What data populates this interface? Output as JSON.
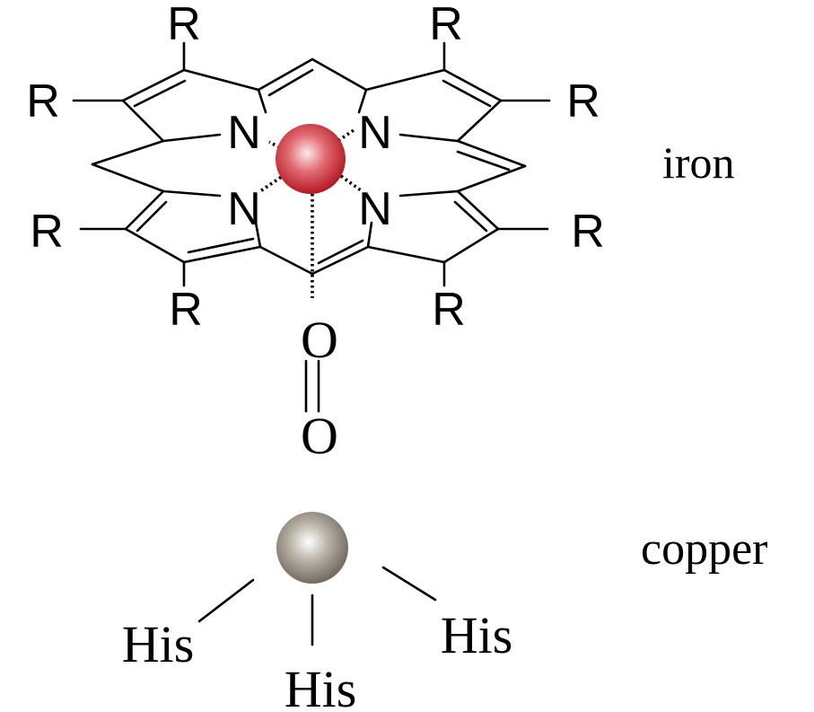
{
  "heme": {
    "nitrogen_label": "N",
    "substituent_label": "R",
    "ligand_atom_label": "O",
    "metal_label": "iron",
    "metal_color": "#c0272d"
  },
  "copper_site": {
    "metal_label": "copper",
    "ligand_label": "His",
    "metal_color": "#8a8276"
  }
}
